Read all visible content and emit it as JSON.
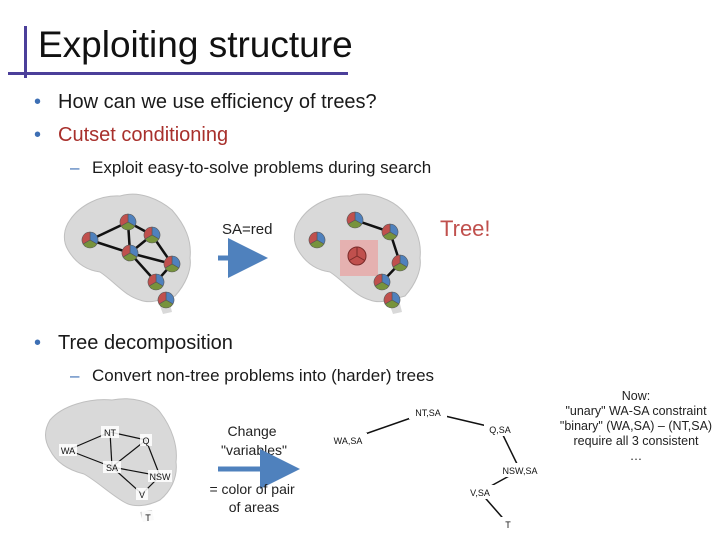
{
  "slide": {
    "title": "Exploiting structure",
    "bullets": [
      {
        "text": "How can we use efficiency of trees?"
      },
      {
        "text": "Cutset conditioning"
      },
      {
        "text": "Tree decomposition"
      }
    ],
    "subbullets": [
      {
        "text": "Exploit easy-to-solve problems during search"
      },
      {
        "text": "Convert non-tree problems into (harder) trees"
      }
    ]
  },
  "cutset": {
    "assign_label": "SA=red",
    "tree_label": "Tree!"
  },
  "decomposition": {
    "nodes": [
      "NT",
      "Q",
      "WA",
      "SA",
      "NSW",
      "V",
      "T"
    ],
    "change_label": "Change\n\"variables\"",
    "pair_label": "= color of pair\nof areas",
    "tree_nodes": [
      "NT,SA",
      "WA,SA",
      "Q,SA",
      "NSW,SA",
      "V,SA",
      "T"
    ],
    "note": "Now:\n\"unary\" WA-SA constraint\n\"binary\" (WA,SA) – (NT,SA)\nrequire all 3 consistent\n…"
  },
  "colors": {
    "accent_bar": "#4b3f9a",
    "bullet": "#3d6fb4",
    "highlight_text": "#a8302c",
    "pie_red": "#c0504d",
    "pie_green": "#77933c",
    "pie_blue": "#4f81bd",
    "map_fill": "#d9d9d9",
    "arrow": "#4f81bd"
  }
}
